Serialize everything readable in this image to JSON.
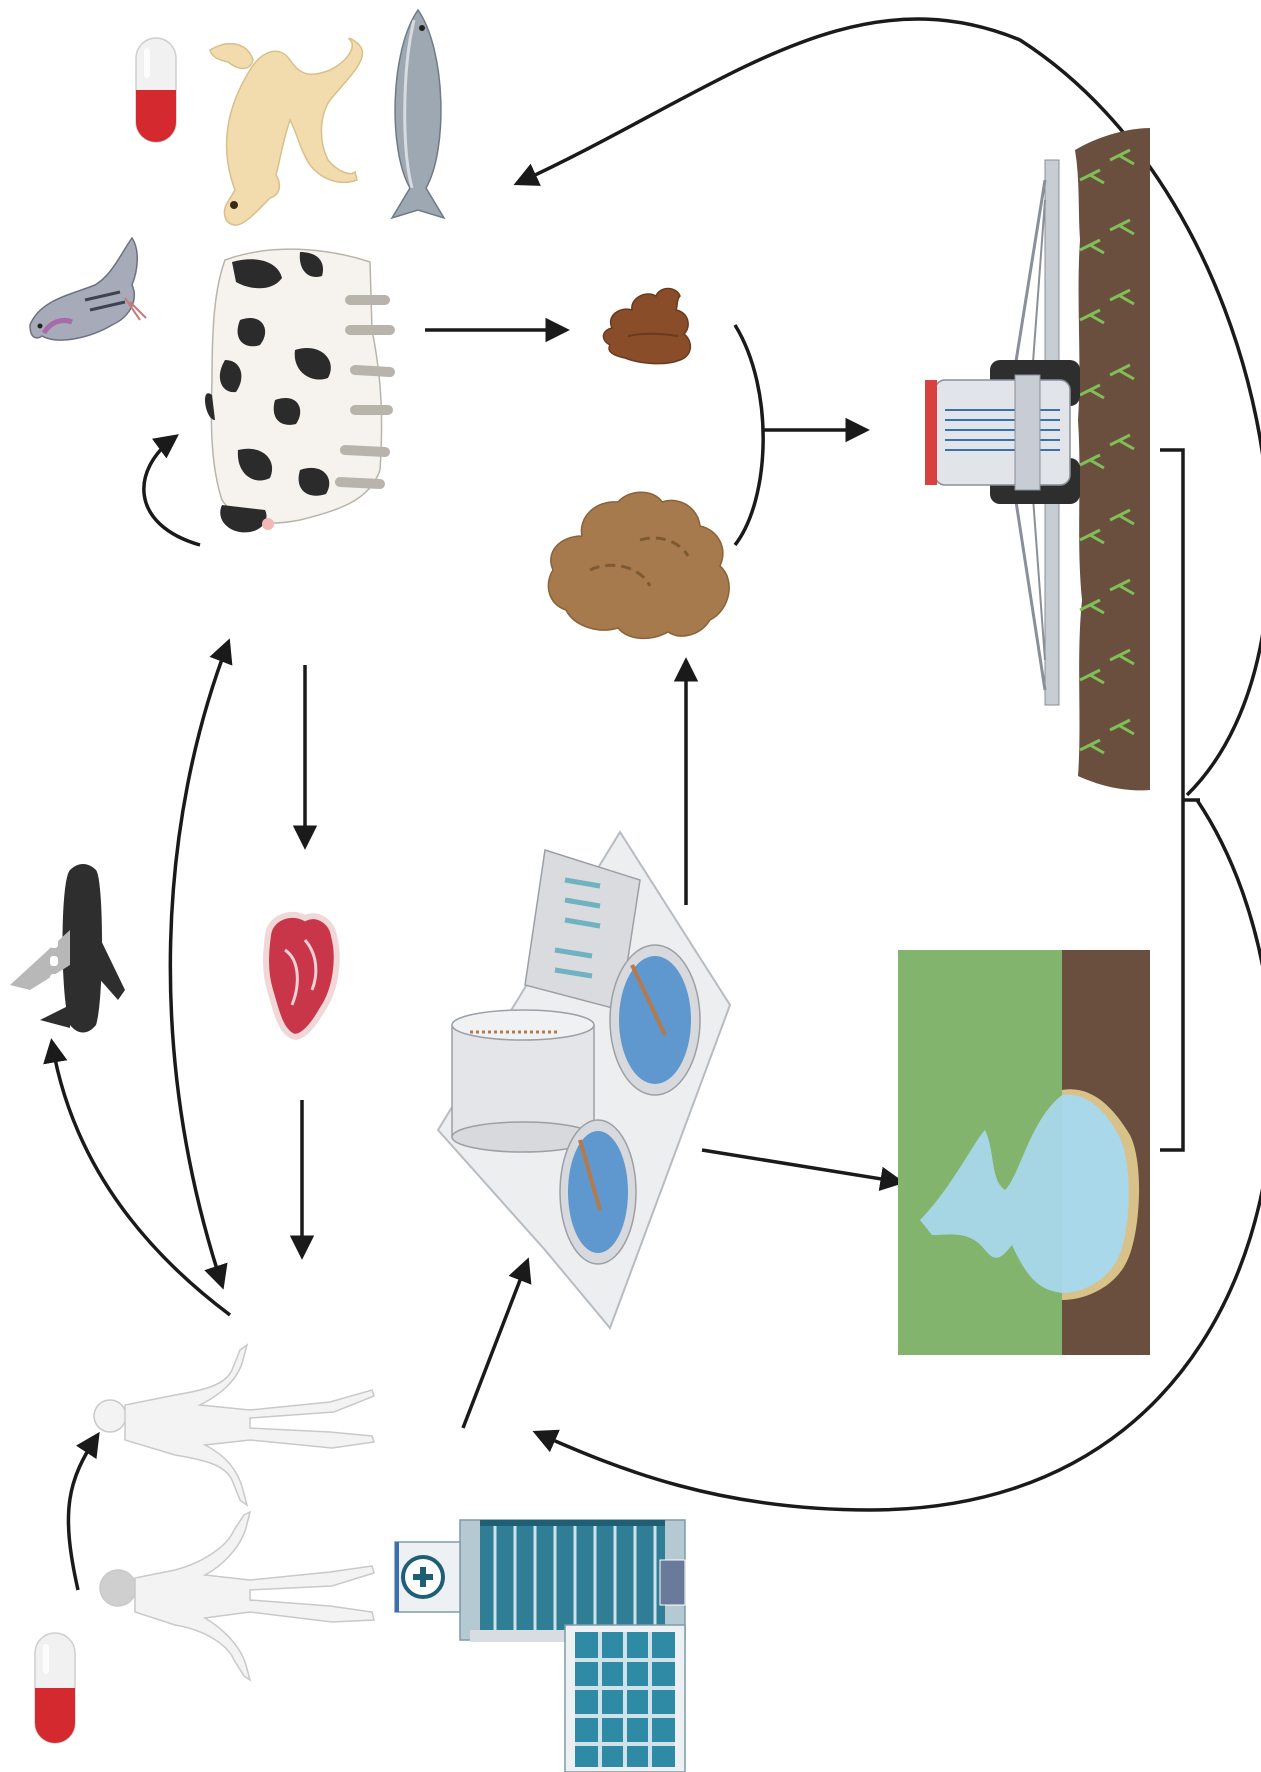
{
  "diagram": {
    "nodes": [
      {
        "id": "antibiotic-animals",
        "icon": "capsule-icon"
      },
      {
        "id": "dog",
        "icon": "dog-icon"
      },
      {
        "id": "fish",
        "icon": "fish-icon"
      },
      {
        "id": "pigeon",
        "icon": "pigeon-icon"
      },
      {
        "id": "cattle",
        "icon": "cows-icon"
      },
      {
        "id": "manure-human",
        "icon": "stool-icon"
      },
      {
        "id": "manure-animal",
        "icon": "manure-pile-icon"
      },
      {
        "id": "farm-field",
        "icon": "tractor-field-icon"
      },
      {
        "id": "meat",
        "icon": "meat-steak-icon"
      },
      {
        "id": "airplane",
        "icon": "airplane-icon"
      },
      {
        "id": "wastewater-plant",
        "icon": "wastewater-treatment-icon"
      },
      {
        "id": "river",
        "icon": "river-icon"
      },
      {
        "id": "humans",
        "icon": "human-figures-icon"
      },
      {
        "id": "hospital",
        "icon": "hospital-icon"
      },
      {
        "id": "antibiotic-humans",
        "icon": "capsule-icon"
      }
    ],
    "colors": {
      "capsule_red": "#d42a2f",
      "capsule_white": "#f1f1f1",
      "cow_black": "#2b2b2b",
      "manure_dark": "#8a4d2a",
      "manure_light": "#a67a4c",
      "grass": "#82b46d",
      "soil": "#6a4e3e",
      "water": "#a8d8ea",
      "hospital_teal": "#2f7e95",
      "arrow": "#1a1a1a"
    }
  }
}
